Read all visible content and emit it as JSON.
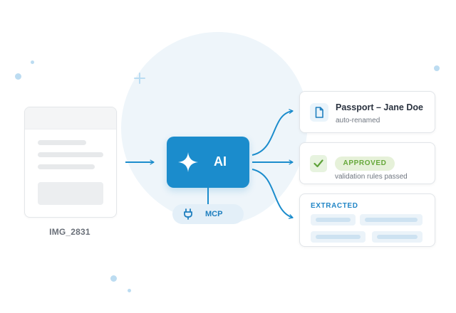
{
  "source": {
    "filename": "IMG_2831"
  },
  "processor": {
    "label": "AI",
    "plugin_label": "MCP"
  },
  "outputs": {
    "renamed": {
      "title": "Passport – Jane Doe",
      "subtitle": "auto-renamed"
    },
    "validation": {
      "badge": "APPROVED",
      "subtitle": "validation rules passed"
    },
    "extracted": {
      "heading": "EXTRACTED"
    }
  },
  "colors": {
    "accent": "#1b8ccc",
    "accent_light": "#eaf4fb",
    "success": "#66a83a",
    "success_light": "#e6f1d9"
  },
  "icons": {
    "ai": "sparkle-icon",
    "mcp": "plug-icon",
    "renamed": "file-icon",
    "validation": "check-icon"
  }
}
